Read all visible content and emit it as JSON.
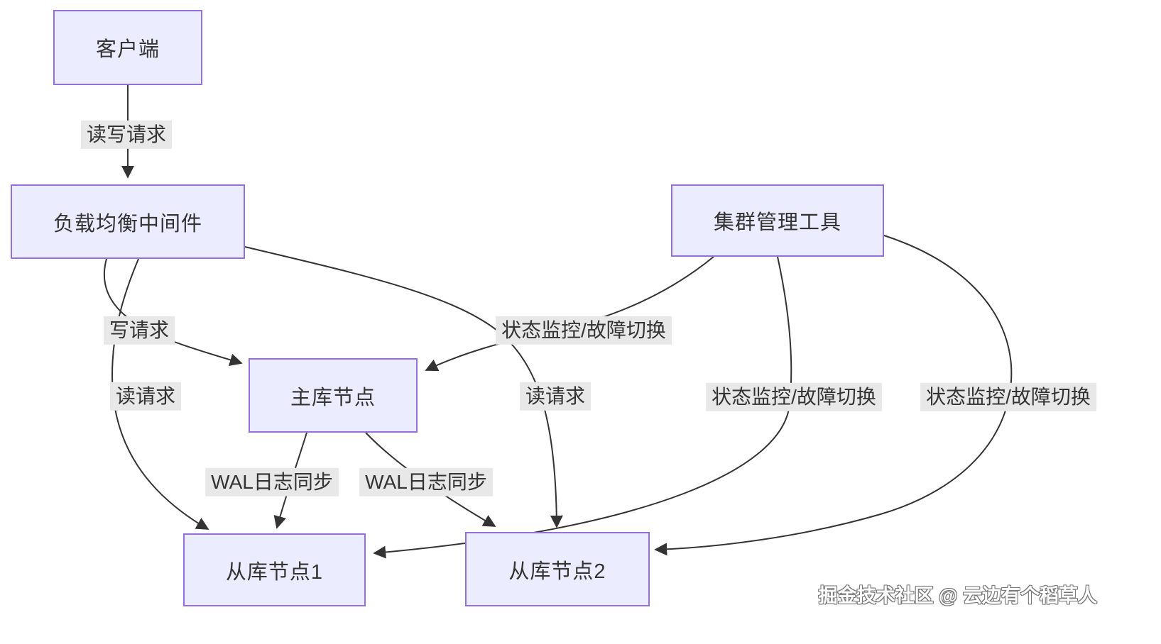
{
  "diagram": {
    "type": "flowchart",
    "nodes": {
      "client": {
        "label": "客户端"
      },
      "load_balancer": {
        "label": "负载均衡中间件"
      },
      "cluster_manager": {
        "label": "集群管理工具"
      },
      "primary": {
        "label": "主库节点"
      },
      "replica1": {
        "label": "从库节点1"
      },
      "replica2": {
        "label": "从库节点2"
      }
    },
    "edges": [
      {
        "from": "客户端",
        "to": "负载均衡中间件",
        "label": "读写请求"
      },
      {
        "from": "负载均衡中间件",
        "to": "主库节点",
        "label": "写请求"
      },
      {
        "from": "负载均衡中间件",
        "to": "从库节点1",
        "label": "读请求"
      },
      {
        "from": "负载均衡中间件",
        "to": "从库节点2",
        "label": "读请求"
      },
      {
        "from": "集群管理工具",
        "to": "主库节点",
        "label": "状态监控/故障切换"
      },
      {
        "from": "集群管理工具",
        "to": "从库节点1",
        "label": "状态监控/故障切换"
      },
      {
        "from": "集群管理工具",
        "to": "从库节点2",
        "label": "状态监控/故障切换"
      },
      {
        "from": "主库节点",
        "to": "从库节点1",
        "label": "WAL日志同步"
      },
      {
        "from": "主库节点",
        "to": "从库节点2",
        "label": "WAL日志同步"
      }
    ],
    "colors": {
      "node_fill": "#ECECFF",
      "node_border": "#9370DB",
      "edge_stroke": "#333333",
      "label_background": "#e8e8e8",
      "text": "#333333"
    }
  },
  "watermark": "掘金技术社区 @ 云边有个稻草人"
}
